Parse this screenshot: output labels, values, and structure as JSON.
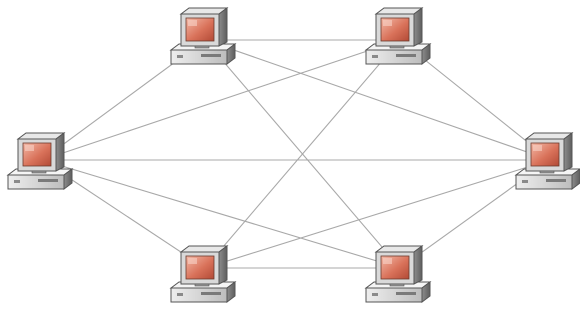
{
  "diagram": {
    "type": "network-topology",
    "topology": "mesh",
    "node_icon": "desktop-computer-icon",
    "screen_color": "#d9725a",
    "link_color": "#a8a8a8",
    "nodes": [
      {
        "id": "pc-top-left"
      },
      {
        "id": "pc-top-right"
      },
      {
        "id": "pc-left"
      },
      {
        "id": "pc-right"
      },
      {
        "id": "pc-bottom-left"
      },
      {
        "id": "pc-bottom-right"
      }
    ],
    "links": [
      [
        "pc-top-left",
        "pc-top-right"
      ],
      [
        "pc-top-left",
        "pc-left"
      ],
      [
        "pc-top-left",
        "pc-right"
      ],
      [
        "pc-top-left",
        "pc-bottom-right"
      ],
      [
        "pc-top-right",
        "pc-right"
      ],
      [
        "pc-top-right",
        "pc-left"
      ],
      [
        "pc-top-right",
        "pc-bottom-left"
      ],
      [
        "pc-left",
        "pc-right"
      ],
      [
        "pc-left",
        "pc-bottom-left"
      ],
      [
        "pc-left",
        "pc-bottom-right"
      ],
      [
        "pc-bottom-left",
        "pc-bottom-right"
      ],
      [
        "pc-bottom-left",
        "pc-right"
      ],
      [
        "pc-bottom-right",
        "pc-right"
      ]
    ]
  }
}
